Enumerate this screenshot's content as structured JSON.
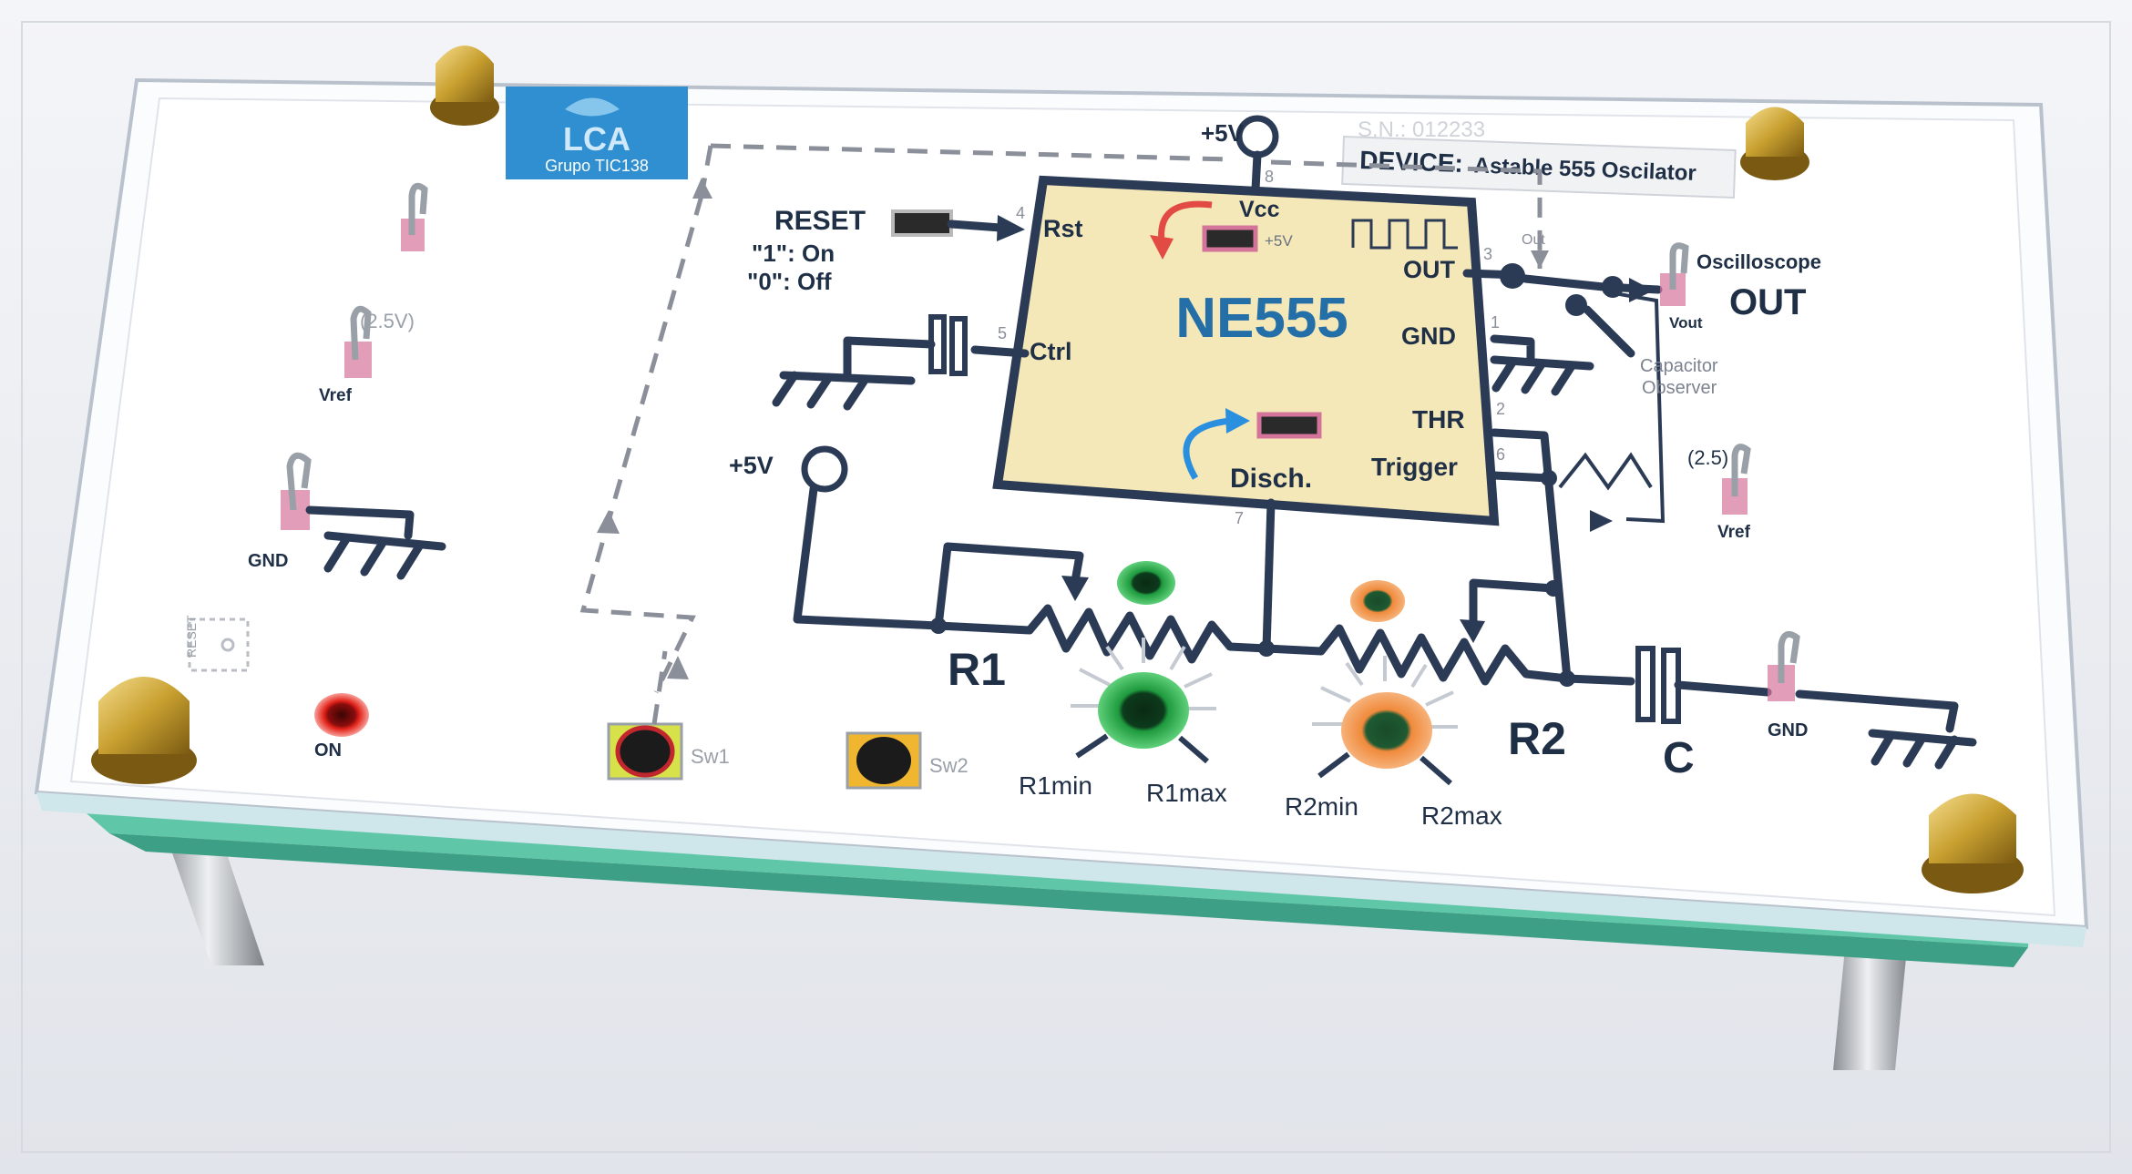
{
  "logo": {
    "name": "LCA",
    "subtitle": "Grupo TIC138"
  },
  "serial_number": "S.N.: 012233",
  "device": {
    "label": "DEVICE:",
    "name": "Astable 555 Oscilator"
  },
  "chip": {
    "name": "NE555",
    "pins": {
      "rst": "Rst",
      "ctrl": "Ctrl",
      "vcc": "Vcc",
      "out": "OUT",
      "gnd": "GND",
      "thr": "THR",
      "trigger": "Trigger",
      "disch": "Disch."
    },
    "pin_numbers": {
      "p4": "4",
      "p5": "5",
      "p8": "8",
      "p3": "3",
      "p1": "1",
      "p2": "2",
      "p6": "6",
      "p7": "7"
    },
    "jumper_label": "+5V"
  },
  "reset": {
    "title": "RESET",
    "on": "\"1\": On",
    "off": "\"0\": Off"
  },
  "supply": {
    "top": "+5V",
    "left": "+5V"
  },
  "output": {
    "oscilloscope": "Oscilloscope",
    "out_big": "OUT",
    "vout": "Vout",
    "out_small": "Out"
  },
  "capacitor_observer": {
    "line1": "Capacitor",
    "line2": "Observer"
  },
  "left_terminals": {
    "vref_value": "(2.5V)",
    "vref": "Vref",
    "gnd": "GND"
  },
  "right_terminals": {
    "vref_value": "(2.5)",
    "vref": "Vref",
    "gnd": "GND"
  },
  "components": {
    "r1": "R1",
    "r2": "R2",
    "c": "C",
    "r1min": "R1min",
    "r1max": "R1max",
    "r2min": "R2min",
    "r2max": "R2max"
  },
  "controls": {
    "reset_small": "RESET",
    "on_led": "ON",
    "sw1": "Sw1",
    "sw2": "Sw2"
  },
  "colors": {
    "chip_fill": "#f4e7b8",
    "wire": "#2b3a55",
    "green_knob": "#1f9a3e",
    "orange_knob": "#f08a3c",
    "red_led": "#e2231a",
    "brass": "#c8a030",
    "pcb_green": "#5fc7a8",
    "logo_blue": "#2f8fd0",
    "arrow_red": "#e24b43",
    "arrow_blue": "#2b8fe0"
  }
}
